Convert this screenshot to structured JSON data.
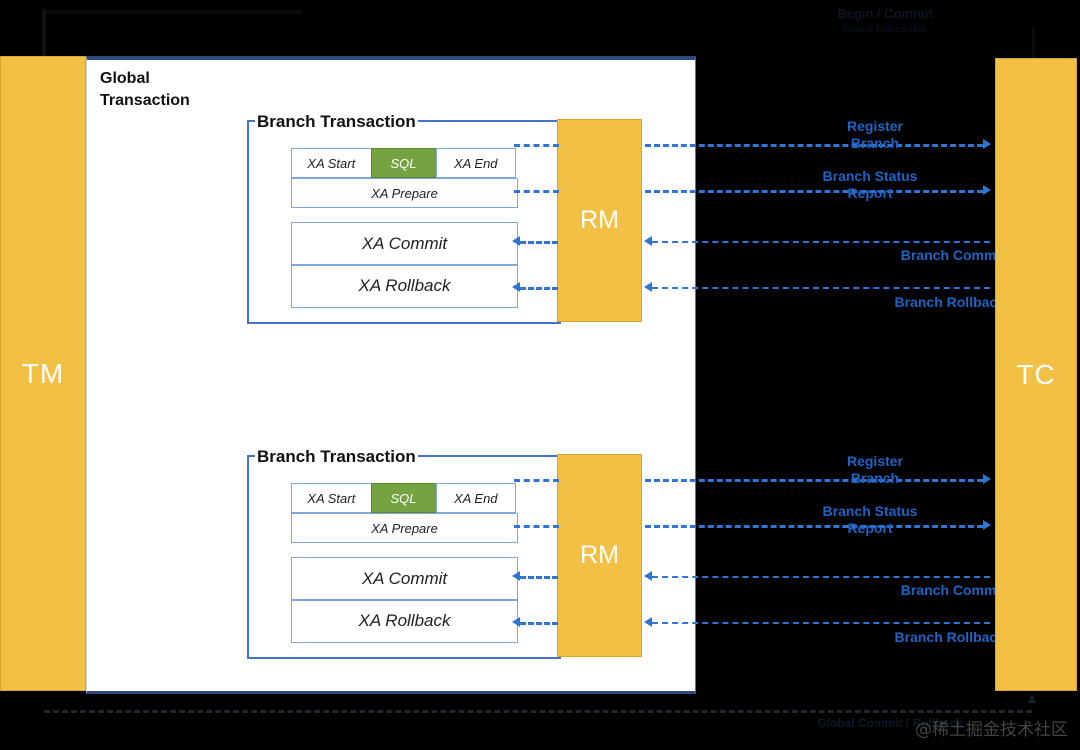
{
  "diagram": {
    "top_title": "Begin / Commit",
    "top_subtitle": "Global Transaction",
    "bottom_label": "Global Commit / Rollback"
  },
  "tm": {
    "label": "TM"
  },
  "tc": {
    "label": "TC"
  },
  "global_panel": {
    "title": "Global\nTransaction"
  },
  "branches": [
    {
      "title": "Branch Transaction",
      "xa_row": [
        "XA Start",
        "SQL",
        "XA End"
      ],
      "prepare": "XA Prepare",
      "commit": "XA Commit",
      "rollback": "XA Rollback",
      "rm_label": "RM"
    },
    {
      "title": "Branch Transaction",
      "xa_row": [
        "XA Start",
        "SQL",
        "XA End"
      ],
      "prepare": "XA Prepare",
      "commit": "XA Commit",
      "rollback": "XA Rollback",
      "rm_label": "RM"
    }
  ],
  "messages_top": [
    {
      "line1": "Register",
      "line2": "Branch"
    },
    {
      "line1": "Branch Status",
      "line2": "Report"
    },
    {
      "line1": "Branch Commit",
      "line2": ""
    },
    {
      "line1": "Branch Rollback",
      "line2": ""
    }
  ],
  "messages_bottom": [
    {
      "line1": "Register",
      "line2": "Branch"
    },
    {
      "line1": "Branch Status",
      "line2": "Report"
    },
    {
      "line1": "Branch Commit",
      "line2": ""
    },
    {
      "line1": "Branch Rollback",
      "line2": ""
    }
  ],
  "watermark": "@稀土掘金技术社区",
  "colors": {
    "amber": "#f2c044",
    "green": "#76a342",
    "blue_line": "#2e75d4",
    "blue_border": "#4472c4",
    "panel_border": "#2e4a7d"
  }
}
